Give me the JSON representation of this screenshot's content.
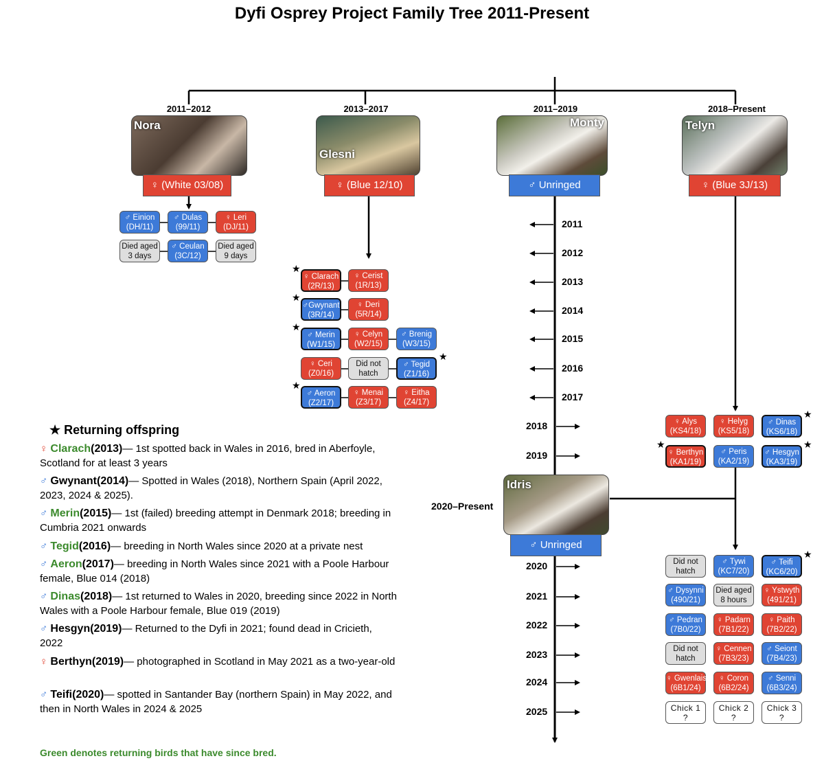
{
  "title": "Dyfi Osprey Project Family Tree 2011-Present",
  "parents": [
    {
      "key": "nora",
      "era": "2011–2012",
      "name": "Nora",
      "ring": "♀ (White  03/08)",
      "sex": "f"
    },
    {
      "key": "glesni",
      "era": "2013–2017",
      "name": "Glesni",
      "ring": "♀ (Blue  12/10)",
      "sex": "f"
    },
    {
      "key": "monty",
      "era": "2011–2019",
      "name": "Monty",
      "ring": "♂ Unringed",
      "sex": "m"
    },
    {
      "key": "telyn",
      "era": "2018–Present",
      "name": "Telyn",
      "ring": "♀ (Blue  3J/13)",
      "sex": "f"
    }
  ],
  "idris": {
    "name": "Idris",
    "era": "2020–Present",
    "ring": "♂ Unringed"
  },
  "chicks": [
    {
      "line1": "♂ Einion",
      "line2": "(DH/11)",
      "sex": "m"
    },
    {
      "line1": "♂ Dulas",
      "line2": "(99/11)",
      "sex": "m"
    },
    {
      "line1": "♀ Leri",
      "line2": "(DJ/11)",
      "sex": "f"
    },
    {
      "line1": "Died aged",
      "line2": "3 days",
      "sex": "g"
    },
    {
      "line1": "♂ Ceulan",
      "line2": "(3C/12)",
      "sex": "m"
    },
    {
      "line1": "Died aged",
      "line2": "9 days",
      "sex": "g"
    },
    {
      "line1": "♀ Clarach",
      "line2": "(2R/13)",
      "sex": "f"
    },
    {
      "line1": "♀ Cerist",
      "line2": "(1R/13)",
      "sex": "f"
    },
    {
      "line1": "♂Gwynant",
      "line2": "(3R/14)",
      "sex": "m"
    },
    {
      "line1": "♀ Deri",
      "line2": "(5R/14)",
      "sex": "f"
    },
    {
      "line1": "♂ Merin",
      "line2": "(W1/15)",
      "sex": "m"
    },
    {
      "line1": "♀ Celyn",
      "line2": "(W2/15)",
      "sex": "f"
    },
    {
      "line1": "♂ Brenig",
      "line2": "(W3/15)",
      "sex": "m"
    },
    {
      "line1": "♀ Ceri",
      "line2": "(Z0/16)",
      "sex": "f"
    },
    {
      "line1": "Did not",
      "line2": "hatch",
      "sex": "g"
    },
    {
      "line1": "♂ Tegid",
      "line2": "(Z1/16)",
      "sex": "m"
    },
    {
      "line1": "♂ Aeron",
      "line2": "(Z2/17)",
      "sex": "m"
    },
    {
      "line1": "♀ Menai",
      "line2": "(Z3/17)",
      "sex": "f"
    },
    {
      "line1": "♀ Eitha",
      "line2": "(Z4/17)",
      "sex": "f"
    },
    {
      "line1": "♀ Alys",
      "line2": "(KS4/18)",
      "sex": "f"
    },
    {
      "line1": "♀ Helyg",
      "line2": "(KS5/18)",
      "sex": "f"
    },
    {
      "line1": "♂ Dinas",
      "line2": "(KS6/18)",
      "sex": "m"
    },
    {
      "line1": "♀ Berthyn",
      "line2": "(KA1/19)",
      "sex": "f"
    },
    {
      "line1": "♂ Peris",
      "line2": "(KA2/19)",
      "sex": "m"
    },
    {
      "line1": "♂ Hesgyn",
      "line2": "(KA3/19)",
      "sex": "m"
    },
    {
      "line1": "Did not",
      "line2": "hatch",
      "sex": "g"
    },
    {
      "line1": "♂ Tywi",
      "line2": "(KC7/20)",
      "sex": "m"
    },
    {
      "line1": "♂ Teifi",
      "line2": "(KC6/20)",
      "sex": "m"
    },
    {
      "line1": "♂ Dysynni",
      "line2": "(490/21)",
      "sex": "m"
    },
    {
      "line1": "Died aged",
      "line2": "8 hours",
      "sex": "g"
    },
    {
      "line1": "♀ Ystwyth",
      "line2": "(491/21)",
      "sex": "f"
    },
    {
      "line1": "♂ Pedran",
      "line2": "(7B0/22)",
      "sex": "m"
    },
    {
      "line1": "♀ Padarn",
      "line2": "(7B1/22)",
      "sex": "f"
    },
    {
      "line1": "♀ Paith",
      "line2": "(7B2/22)",
      "sex": "f"
    },
    {
      "line1": "Did not",
      "line2": "hatch",
      "sex": "g"
    },
    {
      "line1": "♀ Cennen",
      "line2": "(7B3/23)",
      "sex": "f"
    },
    {
      "line1": "♂ Seiont",
      "line2": "(7B4/23)",
      "sex": "m"
    },
    {
      "line1": "♀ Gwenlais",
      "line2": "(6B1/24)",
      "sex": "f"
    },
    {
      "line1": "♀ Coron",
      "line2": "(6B2/24)",
      "sex": "f"
    },
    {
      "line1": "♂ Senni",
      "line2": "(6B3/24)",
      "sex": "m"
    },
    {
      "line1": "Chick 1",
      "line2": "?",
      "sex": "w"
    },
    {
      "line1": "Chick 2",
      "line2": "?",
      "sex": "w"
    },
    {
      "line1": "Chick 3",
      "line2": "?",
      "sex": "w"
    }
  ],
  "timeline_years": [
    "2011",
    "2012",
    "2013",
    "2014",
    "2015",
    "2016",
    "2017",
    "2018",
    "2019",
    "2020",
    "2021",
    "2022",
    "2023",
    "2024",
    "2025"
  ],
  "legend": {
    "title": "★ Returning offspring",
    "entries": [
      {
        "sym": "♀",
        "sex": "f",
        "name": "Clarach",
        "year": "(2013)",
        "green": true,
        "text": "— 1st spotted back in Wales  in 2016, bred in Aberfoyle,  Scotland for at least 3 years"
      },
      {
        "sym": "♂",
        "sex": "m",
        "name": "Gwynant",
        "year": "(2014)",
        "green": false,
        "text": "— Spotted in Wales  (2018),  Northern Spain (April 2022, 2023, 2024 & 2025)."
      },
      {
        "sym": "♂",
        "sex": "m",
        "name": "Merin",
        "year": "(2015)",
        "green": true,
        "text": "— 1st (failed)  breeding attempt in Denmark 2018; breeding in Cumbria 2021 onwards"
      },
      {
        "sym": "♂",
        "sex": "m",
        "name": "Tegid",
        "year": "(2016)",
        "green": true,
        "text": "— breeding in North Wales  since 2020 at a private  nest"
      },
      {
        "sym": "♂",
        "sex": "m",
        "name": "Aeron",
        "year": "(2017)",
        "green": true,
        "text": "— breeding in North Wales  since 2021 with a Poole Harbour female,  Blue 014 (2018)"
      },
      {
        "sym": "♂",
        "sex": "m",
        "name": "Dinas",
        "year": "(2018)",
        "green": true,
        "text": "— 1st returned  to Wales  in 2020, breeding since 2022 in North Wales  with a Poole Harbour female, Blue 019 (2019)"
      },
      {
        "sym": "♂",
        "sex": "m",
        "name": "Hesgyn",
        "year": "(2019)",
        "green": false,
        "text": "— Returned to the Dyfi in 2021; found dead in Cricieth,  2022"
      },
      {
        "sym": "♀",
        "sex": "f",
        "name": "Berthyn",
        "year": "(2019)",
        "green": false,
        "text": "— photographed in Scotland  in May  2021 as a two-year-old"
      },
      {
        "sym": "♂",
        "sex": "m",
        "name": "Teifi",
        "year": "(2020)",
        "green": false,
        "text": "— spotted in Santander Bay (northern Spain) in May 2022, and then in North Wales in 2024 & 2025"
      }
    ]
  },
  "footer": "Green denotes returning birds that have since bred.",
  "colors": {
    "female": "#e04433",
    "male": "#3d7ad8",
    "green": "#3b8a2c",
    "unknown": "#dedede"
  }
}
